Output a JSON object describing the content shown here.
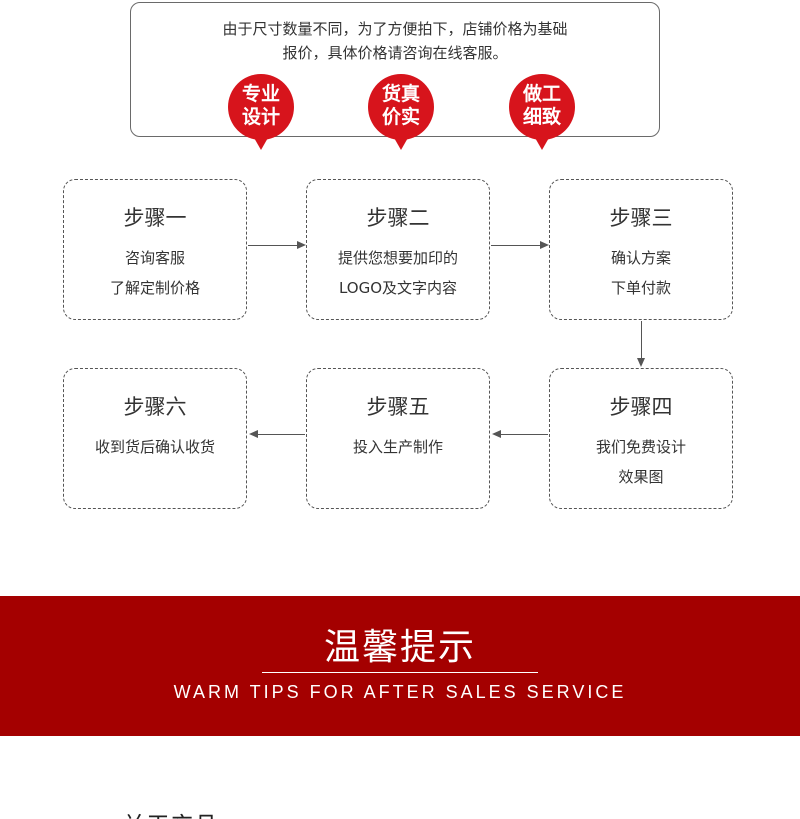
{
  "notice": {
    "line1": "由于尺寸数量不同，为了方便拍下，店铺价格为基础",
    "line2": "报价，具体价格请咨询在线客服。"
  },
  "badges": [
    {
      "line1": "专业",
      "line2": "设计",
      "color": "#d7141c"
    },
    {
      "line1": "货真",
      "line2": "价实",
      "color": "#d7141c"
    },
    {
      "line1": "做工",
      "line2": "细致",
      "color": "#d7141c"
    }
  ],
  "steps": [
    {
      "title": "步骤一",
      "lines": [
        "咨询客服",
        "了解定制价格"
      ]
    },
    {
      "title": "步骤二",
      "lines": [
        "提供您想要加印的",
        "LOGO及文字内容"
      ]
    },
    {
      "title": "步骤三",
      "lines": [
        "确认方案",
        "下单付款"
      ]
    },
    {
      "title": "步骤四",
      "lines": [
        "我们免费设计",
        "效果图"
      ]
    },
    {
      "title": "步骤五",
      "lines": [
        "投入生产制作"
      ]
    },
    {
      "title": "步骤六",
      "lines": [
        "收到货后确认收货"
      ]
    }
  ],
  "banner": {
    "title": "温馨提示",
    "subtitle": "WARM TIPS FOR AFTER SALES SERVICE",
    "color": "#a40000"
  },
  "section": {
    "heading": "关于产品"
  }
}
